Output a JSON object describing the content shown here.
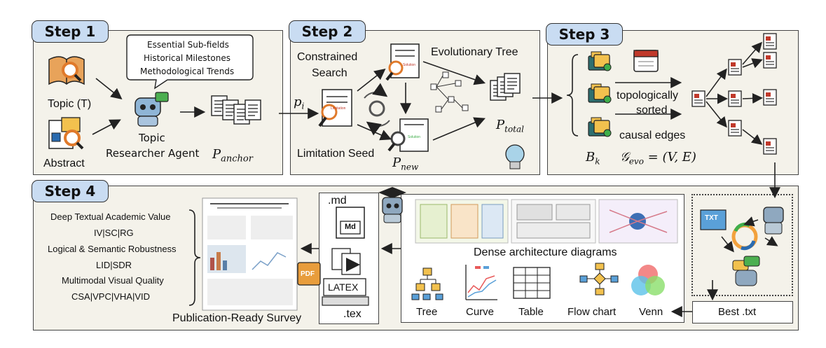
{
  "steps": {
    "step1": "Step 1",
    "step2": "Step 2",
    "step3": "Step 3",
    "step4": "Step 4"
  },
  "s1": {
    "bubble_lines": [
      "Essential Sub-fields",
      "Historical Milestones",
      "Methodological Trends"
    ],
    "topic": "Topic (T)",
    "abstract": "Abstract",
    "agent_line1": "Topic",
    "agent_line2": "Researcher Agent",
    "p_anchor_main": "P",
    "p_anchor_sub": "anchor"
  },
  "s2": {
    "constrained_line1": "Constrained",
    "constrained_line2": "Search",
    "pi_main": "p",
    "pi_sub": "i",
    "limitation_seed": "Limitation Seed",
    "p_new_main": "P",
    "p_new_sub": "new",
    "evo_tree": "Evolutionary Tree",
    "p_total_main": "P",
    "p_total_sub": "total",
    "doc_tag_limitation": "Limitation",
    "doc_tag_solution": "Solution"
  },
  "s3": {
    "topo_line1": "topologically",
    "topo_line2": "sorted",
    "causal": "causal edges",
    "bk_main": "B",
    "bk_sub": "k",
    "gevo": "𝒢",
    "gevo_sub": "evo",
    "gevo_rhs": " = (V, E)"
  },
  "s4": {
    "eval_lines": [
      "Deep Textual Academic Value",
      "IV|SC|RG",
      "Logical & Semantic Robustness",
      "LID|SDR",
      "Multimodal Visual Quality",
      "CSA|VPC|VHA|VID"
    ],
    "pub_ready": "Publication-Ready Survey",
    "md": ".md",
    "md_icon": "Md",
    "latex": "LATEX",
    "tex": ".tex",
    "dense": "Dense architecture diagrams",
    "chart_types": [
      "Tree",
      "Curve",
      "Table",
      "Flow chart",
      "Venn"
    ],
    "best_txt": "Best .txt",
    "txt_icon": "TXT",
    "pdf_icon": "PDF"
  },
  "colors": {
    "panel_bg": "#f4f2ea",
    "step_tab": "#c9dcf2",
    "arrow": "#222222",
    "doc_red": "#c0392b",
    "folder_teal": "#2e6f6f",
    "folder_yellow": "#f2c14e"
  }
}
